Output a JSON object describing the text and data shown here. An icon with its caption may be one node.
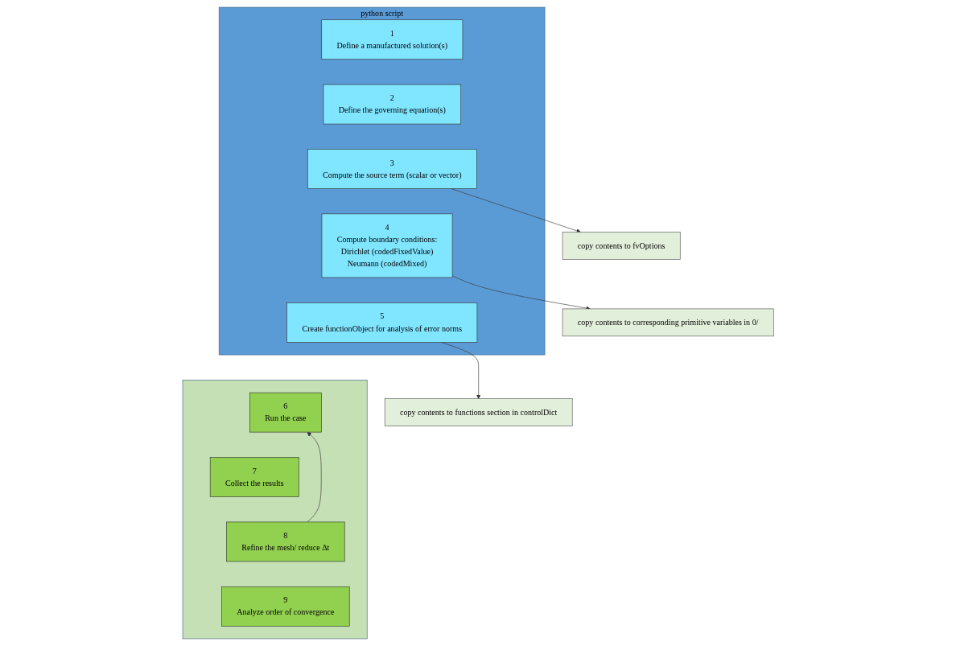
{
  "diagram": {
    "nodes": [
      {
        "text": [
          "python script"
        ]
      },
      {
        "text": [
          "1",
          "Define a manufactured solution(s)"
        ],
        "in": 0
      },
      {
        "text": [
          "2",
          "Define the governing equation(s)"
        ],
        "in": 0
      },
      {
        "text": [
          "3",
          "Compute the source term (scalar or vector)"
        ],
        "in": 0
      },
      {
        "text": [
          "4",
          "Compute boundary conditions:",
          "Dirichlet (codedFixedValue)",
          "Neumann (codedMixed)"
        ],
        "in": 0
      },
      {
        "text": [
          "5",
          "Create functionObject for analysis of error norms"
        ],
        "in": 0
      },
      {
        "text": [],
        "shape": "box"
      },
      {
        "text": [
          "6",
          "Run the case"
        ],
        "in": 6
      },
      {
        "text": [
          "7",
          "Collect the results"
        ],
        "in": 6
      },
      {
        "text": [
          "8",
          "Refine the mesh/ reduce Δt"
        ],
        "in": 6
      },
      {
        "text": [
          "9",
          "Analyze order of convergence"
        ],
        "in": 6
      },
      {
        "text": [
          "copy contents to fvOptions"
        ]
      },
      {
        "text": [
          "copy contents to corresponding primitive variables in 0/"
        ]
      },
      {
        "text": [
          "copy contents to functions section in controlDict"
        ]
      }
    ],
    "edges": [
      {
        "from": 3,
        "to": 11,
        "arrow": "to"
      },
      {
        "from": 4,
        "to": 12,
        "arrow": "to"
      },
      {
        "from": 5,
        "to": 13,
        "arrow": "to"
      },
      {
        "from": 9,
        "to": 7,
        "arrow": "to"
      }
    ]
  }
}
